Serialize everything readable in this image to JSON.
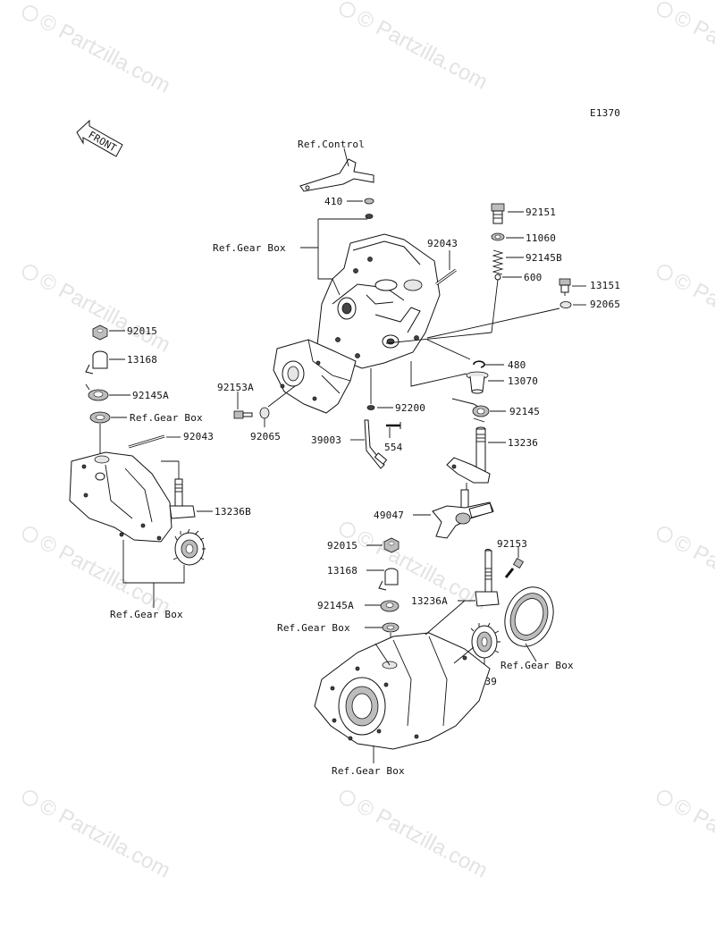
{
  "diagram_code": "E1370",
  "front_label": "FRONT",
  "watermark": "© Partzilla.com",
  "labels": {
    "ref_control": "Ref.Control",
    "p410": "410",
    "ref_gear_box_top": "Ref.Gear Box",
    "p92043_top": "92043",
    "p92151": "92151",
    "p11060": "11060",
    "p92145b": "92145B",
    "p600": "600",
    "p13151": "13151",
    "p92065_right": "92065",
    "p480": "480",
    "p13070": "13070",
    "p92145": "92145",
    "p13236": "13236",
    "p92200": "92200",
    "p554": "554",
    "p39003": "39003",
    "p92153a": "92153A",
    "p92065_mid": "92065",
    "p92015": "92015",
    "p13168_left": "13168",
    "p92145a_left": "92145A",
    "ref_gear_box_left": "Ref.Gear Box",
    "p92043_left": "92043",
    "p13236b": "13236B",
    "ref_gear_box_bottom_left": "Ref.Gear Box",
    "p49047": "49047",
    "p92015_low": "92015",
    "p92153": "92153",
    "p13168_low": "13168",
    "p13236a": "13236A",
    "p92145a_low": "92145A",
    "ref_gear_box_low_left": "Ref.Gear Box",
    "ref_gear_box_low_right": "Ref.Gear Box",
    "p13139": "13139",
    "ref_gear_box_bottom": "Ref.Gear Box"
  },
  "colors": {
    "ink": "#111111",
    "watermark": "#e3e3e3"
  }
}
